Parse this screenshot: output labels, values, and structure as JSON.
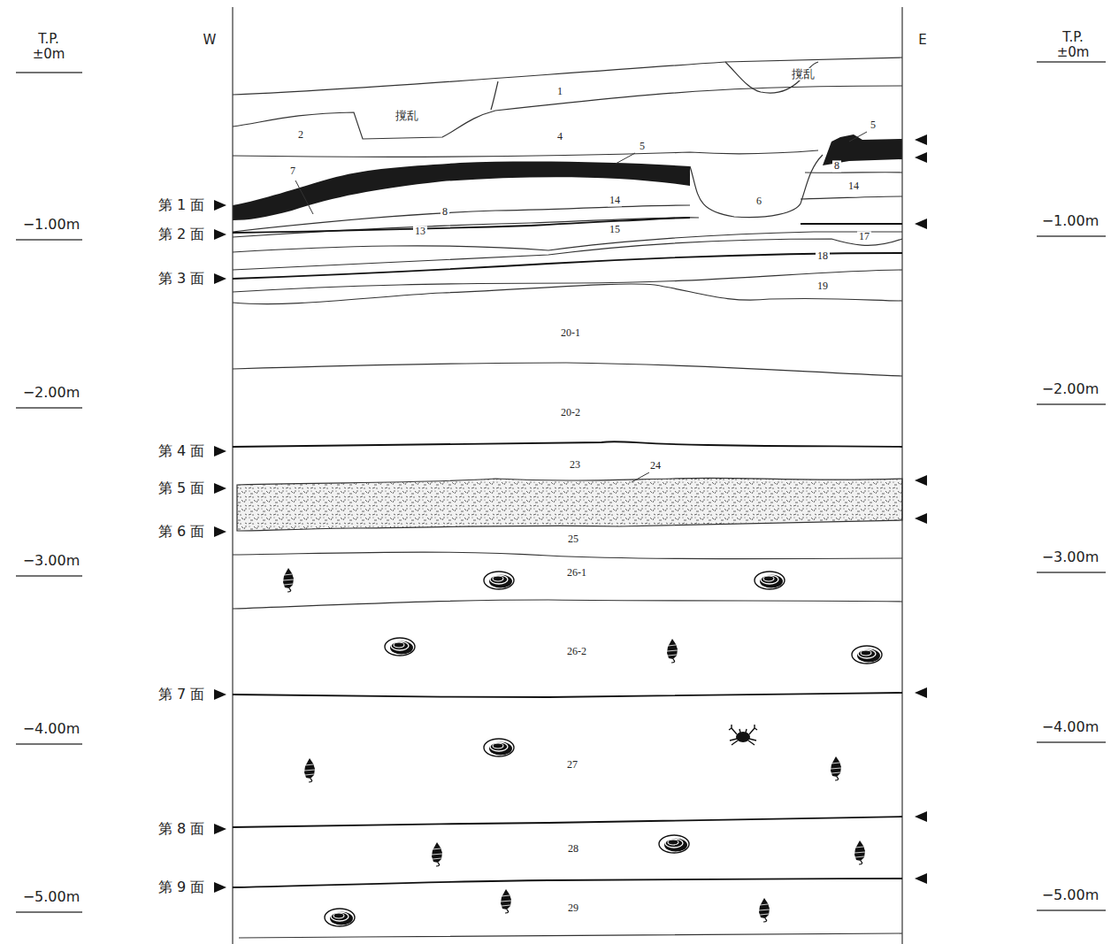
{
  "diagram": {
    "labels": [
      "T.P. ±0m",
      "W",
      "E",
      "T.P. ±0m",
      "撹乱",
      "1",
      "撹乱",
      "2",
      "4",
      "5",
      "5",
      "7",
      "第 1 面",
      "8",
      "14",
      "6",
      "8",
      "14",
      "−1.00m",
      "−1.00m",
      "第 2 面",
      "13",
      "15",
      "17",
      "18",
      "第 3 面",
      "19",
      "20-1",
      "−2.00m",
      "−2.00m",
      "20-2",
      "第 4 面",
      "23",
      "24",
      "第 5 面",
      "第 6 面",
      "25",
      "−3.00m",
      "−3.00m",
      "26-1",
      "26-2",
      "第 7 面",
      "−4.00m",
      "−4.00m",
      "27",
      "第 8 面",
      "28",
      "第 9 面",
      "−5.00m",
      "−5.00m",
      "29"
    ]
  }
}
